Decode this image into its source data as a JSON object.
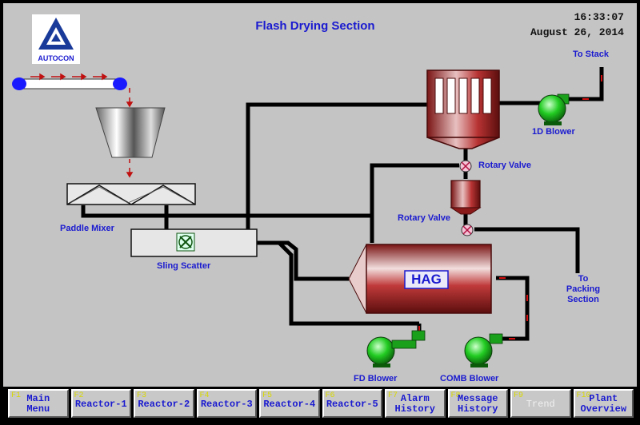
{
  "header": {
    "title": "Flash Drying Section",
    "time": "16:33:07",
    "date": "August 26, 2014",
    "logo_text": "AUTOCON"
  },
  "equipment": {
    "to_stack": "To Stack",
    "blower_1d": "1D Blower",
    "rotary_valve_1": "Rotary Valve",
    "rotary_valve_2": "Rotary Valve",
    "paddle_mixer": "Paddle Mixer",
    "sling_scatter": "Sling Scatter",
    "hag": "HAG",
    "to_packing": "To\nPacking\nSection",
    "fd_blower": "FD Blower",
    "comb_blower": "COMB Blower"
  },
  "function_keys": [
    {
      "key": "F1",
      "label": "Main\nMenu"
    },
    {
      "key": "F2",
      "label": "Reactor-1"
    },
    {
      "key": "F3",
      "label": "Reactor-2"
    },
    {
      "key": "F4",
      "label": "Reactor-3"
    },
    {
      "key": "F5",
      "label": "Reactor-4"
    },
    {
      "key": "F6",
      "label": "Reactor-5"
    },
    {
      "key": "F7",
      "label": "Alarm\nHistory"
    },
    {
      "key": "F8",
      "label": "Message\nHistory"
    },
    {
      "key": "F9",
      "label": "Trend"
    },
    {
      "key": "F10",
      "label": "Plant\nOverview"
    }
  ],
  "colors": {
    "accent_text": "#1a1ad0",
    "vessel": "#b83333",
    "blower": "#22cc22",
    "pipe": "#000000",
    "panel_bg": "#c4c4c4",
    "fkey_number": "#d8d800"
  }
}
